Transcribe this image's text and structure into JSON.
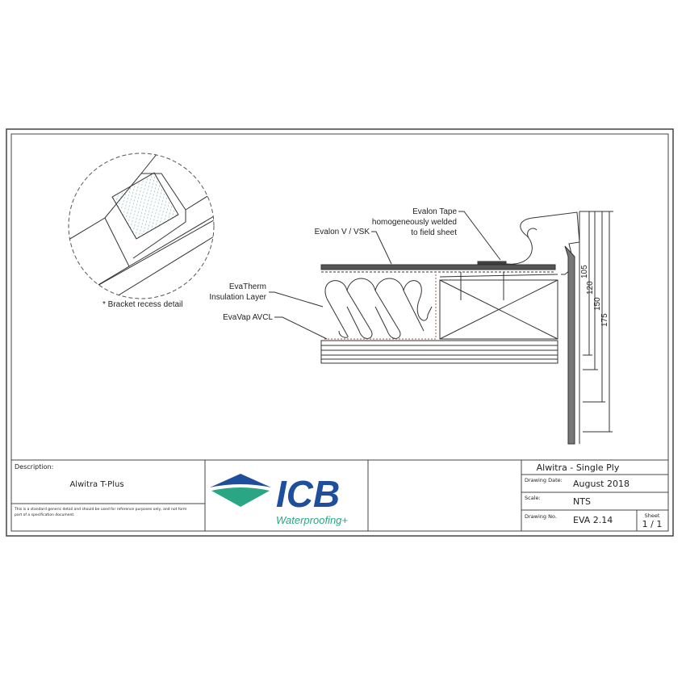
{
  "drawing": {
    "callouts": {
      "evalon_tape": "Evalon Tape",
      "evalon_tape_2": "homogeneously welded",
      "evalon_tape_3": "to field sheet",
      "evalon_v": "Evalon V / VSK",
      "evatherm_1": "EvaTherm",
      "evatherm_2": "Insulation Layer",
      "evavap": "EvaVap  AVCL",
      "bracket": "* Bracket recess detail"
    },
    "dimensions": [
      "105",
      "120",
      "150",
      "175"
    ]
  },
  "title_block": {
    "description_label": "Description:",
    "description": "Alwitra T-Plus",
    "disclaimer_1": "This is a standard generic detail and should be used for reference purposes only, and not form",
    "disclaimer_2": "part of a specification document.",
    "logo": {
      "text": "ICB",
      "tagline": "Waterproofing+",
      "brand_color": "#1f4e9c",
      "accent_color": "#2aa684"
    },
    "title": "Alwitra - Single Ply",
    "drawing_date_label": "Drawing Date:",
    "drawing_date": "August 2018",
    "scale_label": "Scale:",
    "scale": "NTS",
    "drawing_no_label": "Drawing No.",
    "drawing_no": "EVA 2.14",
    "sheet_label": "Sheet",
    "sheet": "1 / 1"
  }
}
